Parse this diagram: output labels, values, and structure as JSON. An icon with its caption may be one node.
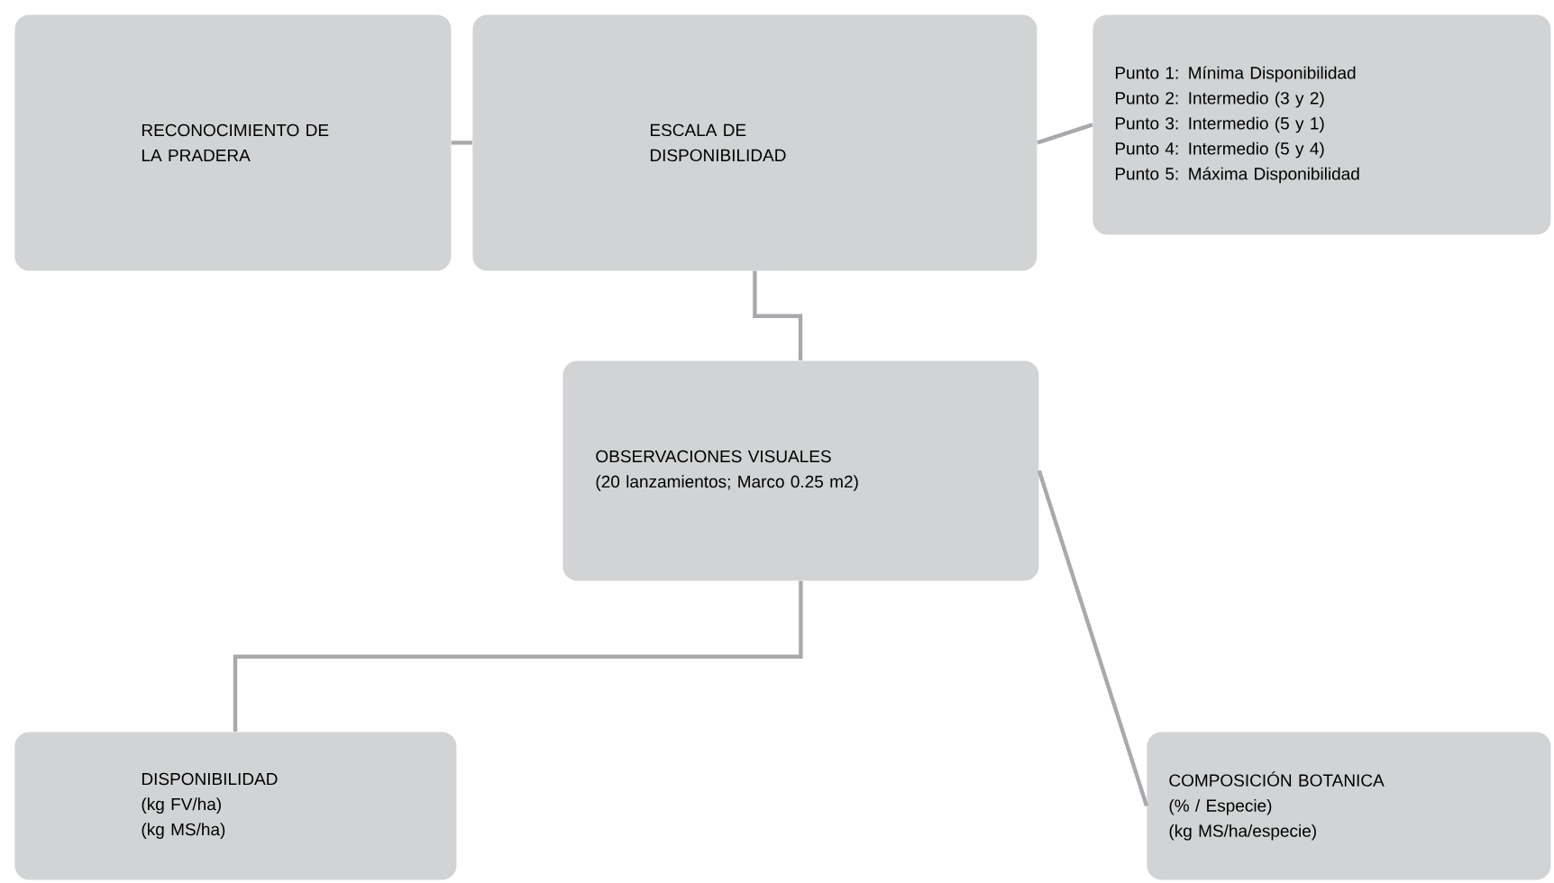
{
  "diagram": {
    "nodes": [
      {
        "text": [
          "RECONOCIMIENTO DE LA PRADERA"
        ]
      },
      {
        "text": [
          "ESCALA DE DISPONIBILIDAD"
        ]
      },
      {
        "text": [
          "Punto 1: Mínima Disponibilidad",
          "Punto 2: Intermedio (3 y 2)",
          "Punto 3: Intermedio (5 y 1)",
          "Punto 4: Intermedio (5 y 4)",
          "Punto 5: Máxima Disponibilidad"
        ]
      },
      {
        "text": [
          "OBSERVACIONES VISUALES",
          "(20 lanzamientos; Marco 0.25 m2)"
        ]
      },
      {
        "text": [
          "DISPONIBILIDAD",
          "(kg FV/ha)",
          "(kg MS/ha)"
        ]
      },
      {
        "text": [
          "COMPOSICIÓN BOTANICA",
          "(% / Especie)",
          "(kg MS/ha/especie)"
        ]
      }
    ],
    "edges": [
      {
        "from": 0,
        "to": 1,
        "arrow": "none"
      },
      {
        "from": 1,
        "to": 2,
        "arrow": "none"
      },
      {
        "from": 1,
        "to": 3,
        "arrow": "none"
      },
      {
        "from": 3,
        "to": 4,
        "arrow": "none"
      },
      {
        "from": 3,
        "to": 5,
        "arrow": "none"
      }
    ]
  }
}
